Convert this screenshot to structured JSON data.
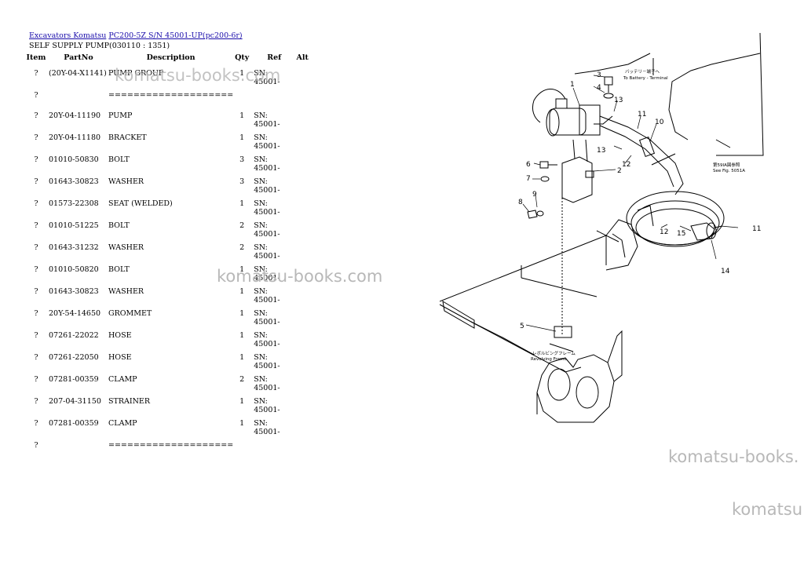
{
  "breadcrumb": {
    "link1": "Excavators Komatsu",
    "link2": "PC200-5Z S/N 45001-UP(pc200-6r)"
  },
  "subtitle": "SELF SUPPLY PUMP(030110 : 1351)",
  "table": {
    "headers": [
      "Item",
      "PartNo",
      "Description",
      "Qty",
      "Ref",
      "Alt"
    ],
    "rows": [
      {
        "item": "?",
        "part": "(20Y-04-X1141)",
        "desc": "PUMP GROUP",
        "qty": "1",
        "ref": "SN: 45001-"
      },
      {
        "item": "?",
        "part": "",
        "desc": "====================",
        "qty": "",
        "ref": ""
      },
      {
        "item": "?",
        "part": "20Y-04-11190",
        "desc": "PUMP",
        "qty": "1",
        "ref": "SN: 45001-"
      },
      {
        "item": "?",
        "part": "20Y-04-11180",
        "desc": "BRACKET",
        "qty": "1",
        "ref": "SN: 45001-"
      },
      {
        "item": "?",
        "part": "01010-50830",
        "desc": "BOLT",
        "qty": "3",
        "ref": "SN: 45001-"
      },
      {
        "item": "?",
        "part": "01643-30823",
        "desc": "WASHER",
        "qty": "3",
        "ref": "SN: 45001-"
      },
      {
        "item": "?",
        "part": "01573-22308",
        "desc": "SEAT (WELDED)",
        "qty": "1",
        "ref": "SN: 45001-"
      },
      {
        "item": "?",
        "part": "01010-51225",
        "desc": "BOLT",
        "qty": "2",
        "ref": "SN: 45001-"
      },
      {
        "item": "?",
        "part": "01643-31232",
        "desc": "WASHER",
        "qty": "2",
        "ref": "SN: 45001-"
      },
      {
        "item": "?",
        "part": "01010-50820",
        "desc": "BOLT",
        "qty": "1",
        "ref": "SN: 45001-"
      },
      {
        "item": "?",
        "part": "01643-30823",
        "desc": "WASHER",
        "qty": "1",
        "ref": "SN: 45001-"
      },
      {
        "item": "?",
        "part": "20Y-54-14650",
        "desc": "GROMMET",
        "qty": "1",
        "ref": "SN: 45001-"
      },
      {
        "item": "?",
        "part": "07261-22022",
        "desc": "HOSE",
        "qty": "1",
        "ref": "SN: 45001-"
      },
      {
        "item": "?",
        "part": "07261-22050",
        "desc": "HOSE",
        "qty": "1",
        "ref": "SN: 45001-"
      },
      {
        "item": "?",
        "part": "07281-00359",
        "desc": "CLAMP",
        "qty": "2",
        "ref": "SN: 45001-"
      },
      {
        "item": "?",
        "part": "207-04-31150",
        "desc": "STRAINER",
        "qty": "1",
        "ref": "SN: 45001-"
      },
      {
        "item": "?",
        "part": "07281-00359",
        "desc": "CLAMP",
        "qty": "1",
        "ref": "SN: 45001-"
      },
      {
        "item": "?",
        "part": "",
        "desc": "====================",
        "qty": "",
        "ref": ""
      }
    ]
  },
  "watermark": "komatsu-books.com",
  "watermark_short1": "komatsu-books.",
  "watermark_short2": "komatsu",
  "diagram": {
    "callouts": [
      "1",
      "2",
      "3",
      "4",
      "5",
      "6",
      "7",
      "8",
      "9",
      "10",
      "11",
      "11",
      "12",
      "12",
      "13",
      "13",
      "14",
      "15"
    ],
    "note_battery_jp": "バッテリ－端子へ",
    "note_battery": "To Battery - Terminal",
    "note_fig_jp": "第59IA図参照",
    "note_fig": "See Fig. 5051A",
    "note_frame_jp": "レボルビングフレーム",
    "note_frame": "Revolving Frame"
  }
}
